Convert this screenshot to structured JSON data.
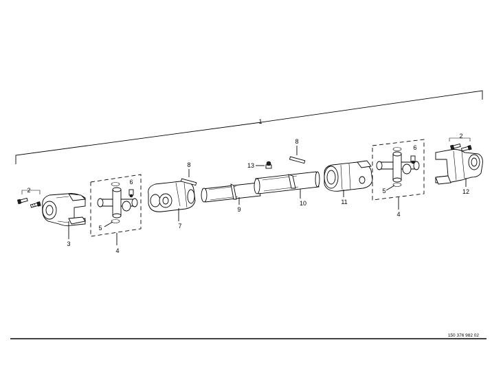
{
  "labels": {
    "assembly": "1",
    "bolts_left": "2",
    "yoke_left": "3",
    "cross_kit_left": "4",
    "circlip_left": "5",
    "grease_nipple_left": "6",
    "inner_yoke": "7",
    "pin_left": "8",
    "inner_tube": "9",
    "outer_tube": "10",
    "outer_yoke": "11",
    "grease_nipple_tube": "13",
    "pin_right": "8",
    "cross_kit_right": "4",
    "circlip_right": "5",
    "grease_nipple_right": "6",
    "bolts_right": "2",
    "yoke_right": "12"
  },
  "document_number": "150 376 982 02"
}
